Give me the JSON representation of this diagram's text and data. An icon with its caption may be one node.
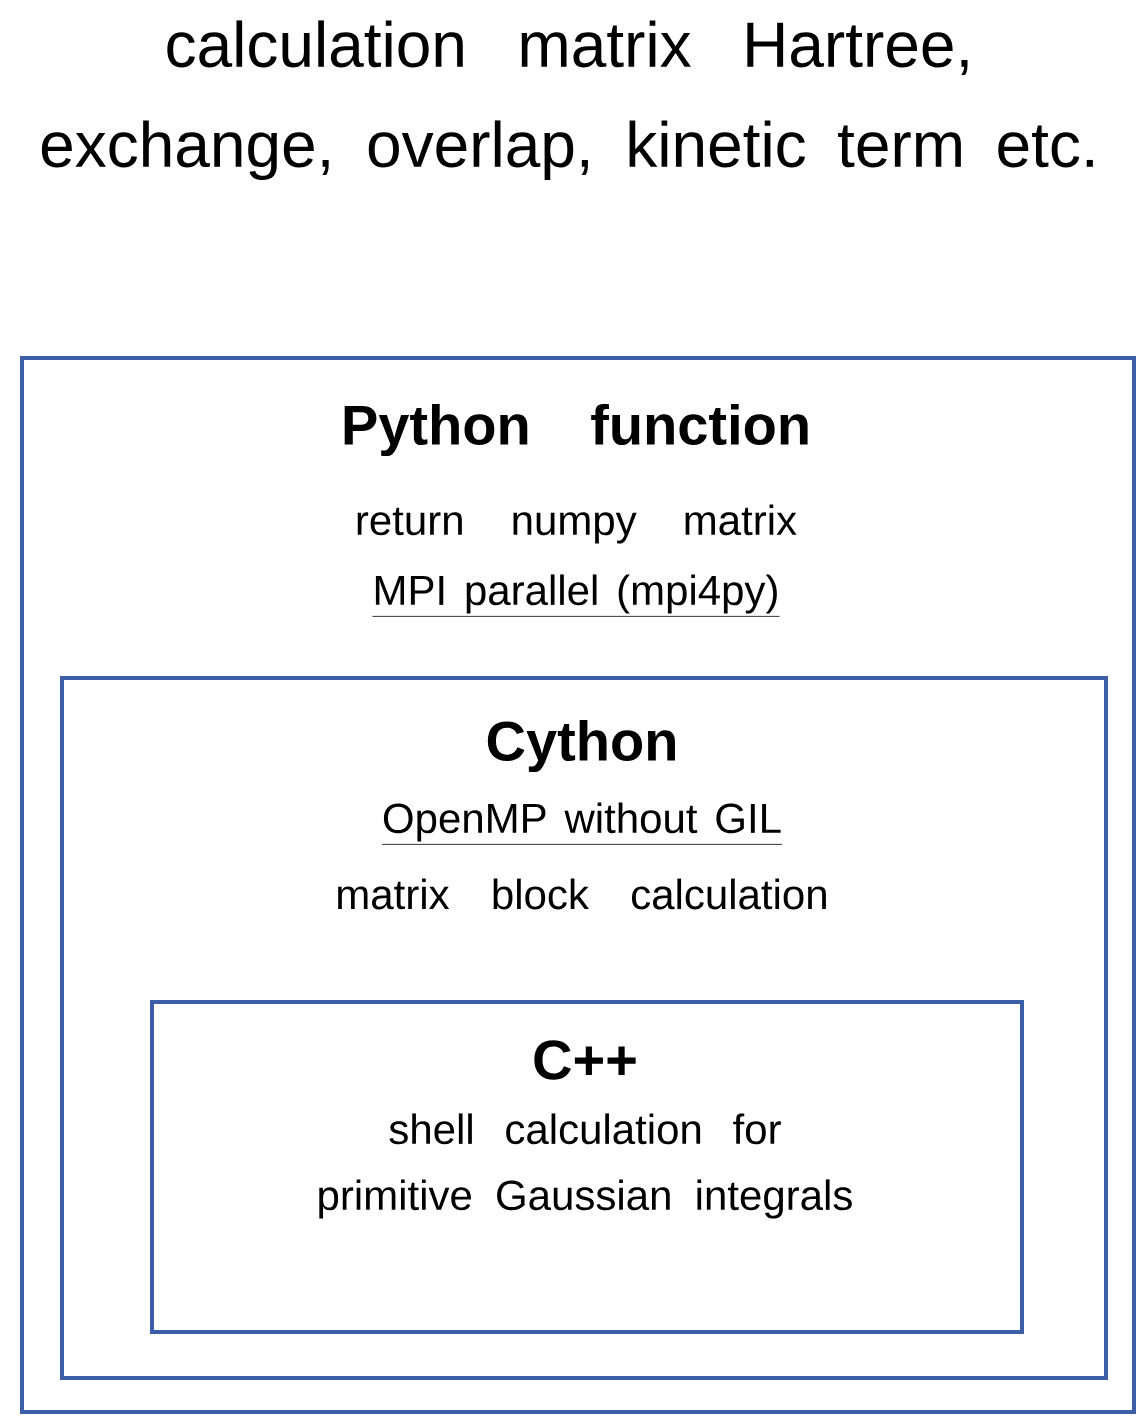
{
  "diagram": {
    "title": "calculation matrix Hartree, exchange, overlap, kinetic term etc.",
    "nodes": [
      {
        "text": [
          "Python function",
          "return numpy matrix",
          "MPI parallel (mpi4py)"
        ]
      },
      {
        "text": [
          "Cython",
          "OpenMP without GIL",
          "matrix block calculation"
        ],
        "in": 0
      },
      {
        "text": [
          "C++",
          "shell calculation for primitive Gaussian integrals"
        ],
        "in": 1
      }
    ]
  }
}
